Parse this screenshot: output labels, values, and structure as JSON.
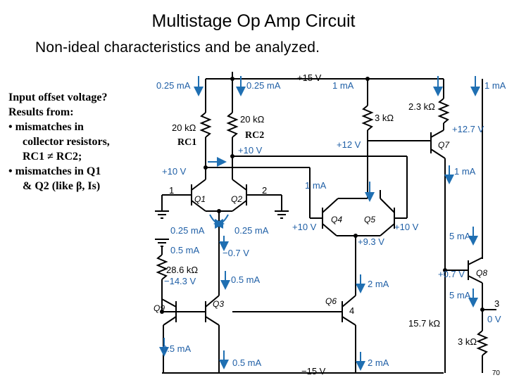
{
  "slide": {
    "title": "Multistage Op Amp Circuit",
    "subtitle": "Non-ideal characteristics and be analyzed.",
    "page_number": "70"
  },
  "notes": {
    "l1": "Input offset voltage?",
    "l2": "Results from:",
    "l3": "• mismatches in",
    "l4": "collector resistors,",
    "l5": "RC1 ≠ RC2;",
    "l6": "• mismatches in Q1",
    "l7": "& Q2 (like β, Is)"
  },
  "schematic": {
    "supply_pos": "+15 V",
    "supply_neg": "−15 V",
    "rc1_label": "RC1",
    "rc2_label": "RC2",
    "labels": {
      "i_025_left": "0.25 mA",
      "i_025_right": "0.25 mA",
      "r_20k_left": "20 kΩ",
      "r_20k_right": "20 kΩ",
      "v_10_left": "+10 V",
      "v_10_right": "+10 V",
      "node_1": "1",
      "node_2": "2",
      "q1": "Q1",
      "q2": "Q2",
      "i_025_q1": "0.25 mA",
      "i_025_q2": "0.25 mA",
      "i_05_top": "0.5 mA",
      "v_07": "−0.7 V",
      "r_286k": "28.6 kΩ",
      "v_143": "−14.3 V",
      "i_05_mid": "0.5 mA",
      "q9": "Q9",
      "q3": "Q3",
      "i_05_bot_left": "0.5 mA",
      "i_05_bot_right": "0.5 mA",
      "r_3k_mid": "3 kΩ",
      "i_1_mid": "1 mA",
      "v_12": "+12 V",
      "q4": "Q4",
      "q5": "Q5",
      "v_10_q4": "+10 V",
      "v_10_q5": "+10 V",
      "v_93": "+9.3 V",
      "i_2_top": "2 mA",
      "q6": "Q6",
      "node_4": "4",
      "i_2_bot": "2 mA",
      "i_1_top": "1 mA",
      "r_23k": "2.3 kΩ",
      "v_127": "+12.7 V",
      "q7": "Q7",
      "i_1_q7": "1 mA",
      "i_5_top": "5 mA",
      "v_07_pos": "+0.7 V",
      "q8": "Q8",
      "i_5_bot": "5 mA",
      "r_157k": "15.7 kΩ",
      "node_3": "3",
      "v_0": "0 V",
      "r_3k_bot": "3 kΩ"
    }
  }
}
